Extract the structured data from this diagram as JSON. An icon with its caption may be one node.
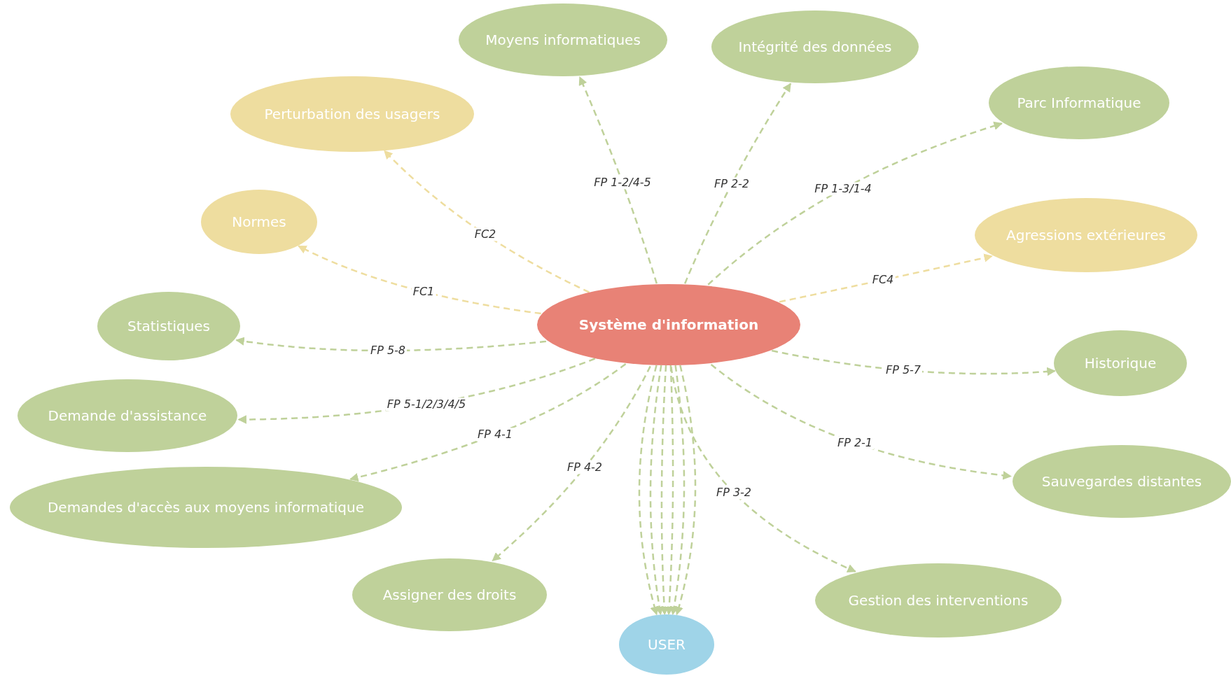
{
  "diagram": {
    "nodes": [
      {
        "text": [
          "Moyens informatiques"
        ]
      },
      {
        "text": [
          "Intégrité des données"
        ]
      },
      {
        "text": [
          "Parc Informatique"
        ]
      },
      {
        "text": [
          "Perturbation des usagers"
        ]
      },
      {
        "text": [
          "Normes"
        ]
      },
      {
        "text": [
          "Agressions extérieures"
        ]
      },
      {
        "text": [
          "Statistiques"
        ]
      },
      {
        "text": [
          "Système d'information"
        ]
      },
      {
        "text": [
          "Historique"
        ]
      },
      {
        "text": [
          "Demande d'assistance"
        ]
      },
      {
        "text": [
          "Demandes d'accès aux moyens informatique"
        ]
      },
      {
        "text": [
          "Sauvegardes distantes"
        ]
      },
      {
        "text": [
          "Assigner des droits"
        ]
      },
      {
        "text": [
          "Gestion des interventions"
        ]
      },
      {
        "text": [
          "USER"
        ]
      }
    ],
    "edges": [
      {
        "from": 7,
        "to": 0,
        "arrow": "to",
        "label": "FP 1-2/4-5",
        "style": "dashed"
      },
      {
        "from": 7,
        "to": 1,
        "arrow": "to",
        "label": "FP 2-2",
        "style": "dashed"
      },
      {
        "from": 7,
        "to": 2,
        "arrow": "to",
        "label": "FP 1-3/1-4",
        "style": "dashed"
      },
      {
        "from": 7,
        "to": 3,
        "arrow": "to",
        "label": "FC2",
        "style": "dashed",
        "color": "#eedd9f"
      },
      {
        "from": 7,
        "to": 4,
        "arrow": "to",
        "label": "FC1",
        "style": "dashed",
        "color": "#eedd9f"
      },
      {
        "from": 7,
        "to": 5,
        "arrow": "to",
        "label": "FC4",
        "style": "dashed",
        "color": "#eedd9f"
      },
      {
        "from": 7,
        "to": 6,
        "arrow": "to",
        "label": "FP 5-8",
        "style": "dashed"
      },
      {
        "from": 7,
        "to": 8,
        "arrow": "to",
        "label": "FP 5-7",
        "style": "dashed"
      },
      {
        "from": 7,
        "to": 9,
        "arrow": "to",
        "label": "FP 5-1/2/3/4/5",
        "style": "dashed"
      },
      {
        "from": 7,
        "to": 10,
        "arrow": "to",
        "label": "FP 4-1",
        "style": "dashed"
      },
      {
        "from": 7,
        "to": 11,
        "arrow": "to",
        "label": "FP 2-1",
        "style": "dashed"
      },
      {
        "from": 7,
        "to": 12,
        "arrow": "to",
        "label": "FP 4-2",
        "style": "dashed"
      },
      {
        "from": 7,
        "to": 13,
        "arrow": "to",
        "label": "FP 3-2",
        "style": "dashed"
      },
      {
        "from": 7,
        "to": 14,
        "arrow": "to",
        "style": "dashed"
      },
      {
        "from": 7,
        "to": 14,
        "arrow": "to",
        "style": "dashed"
      },
      {
        "from": 7,
        "to": 14,
        "arrow": "to",
        "style": "dashed"
      },
      {
        "from": 7,
        "to": 14,
        "arrow": "to",
        "style": "dashed"
      },
      {
        "from": 7,
        "to": 14,
        "arrow": "to",
        "style": "dashed"
      },
      {
        "from": 7,
        "to": 14,
        "arrow": "to",
        "style": "dashed"
      }
    ]
  }
}
